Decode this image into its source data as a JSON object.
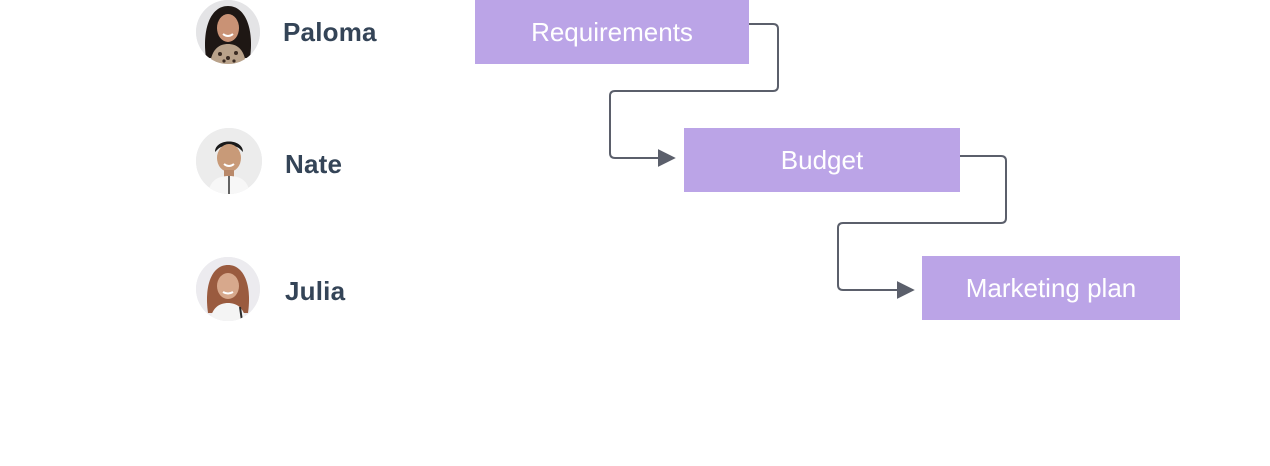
{
  "people": [
    {
      "name": "Paloma"
    },
    {
      "name": "Nate"
    },
    {
      "name": "Julia"
    }
  ],
  "tasks": [
    {
      "label": "Requirements",
      "assignee": "Paloma"
    },
    {
      "label": "Budget",
      "assignee": "Nate"
    },
    {
      "label": "Marketing plan",
      "assignee": "Julia"
    }
  ],
  "colors": {
    "task_fill": "#bba4e7",
    "task_text": "#ffffff",
    "name_text": "#344457",
    "connector": "#5b5f6b",
    "background": "#ffffff"
  },
  "icons": [
    "avatar-paloma",
    "avatar-nate",
    "avatar-julia",
    "arrow-head-icon"
  ]
}
